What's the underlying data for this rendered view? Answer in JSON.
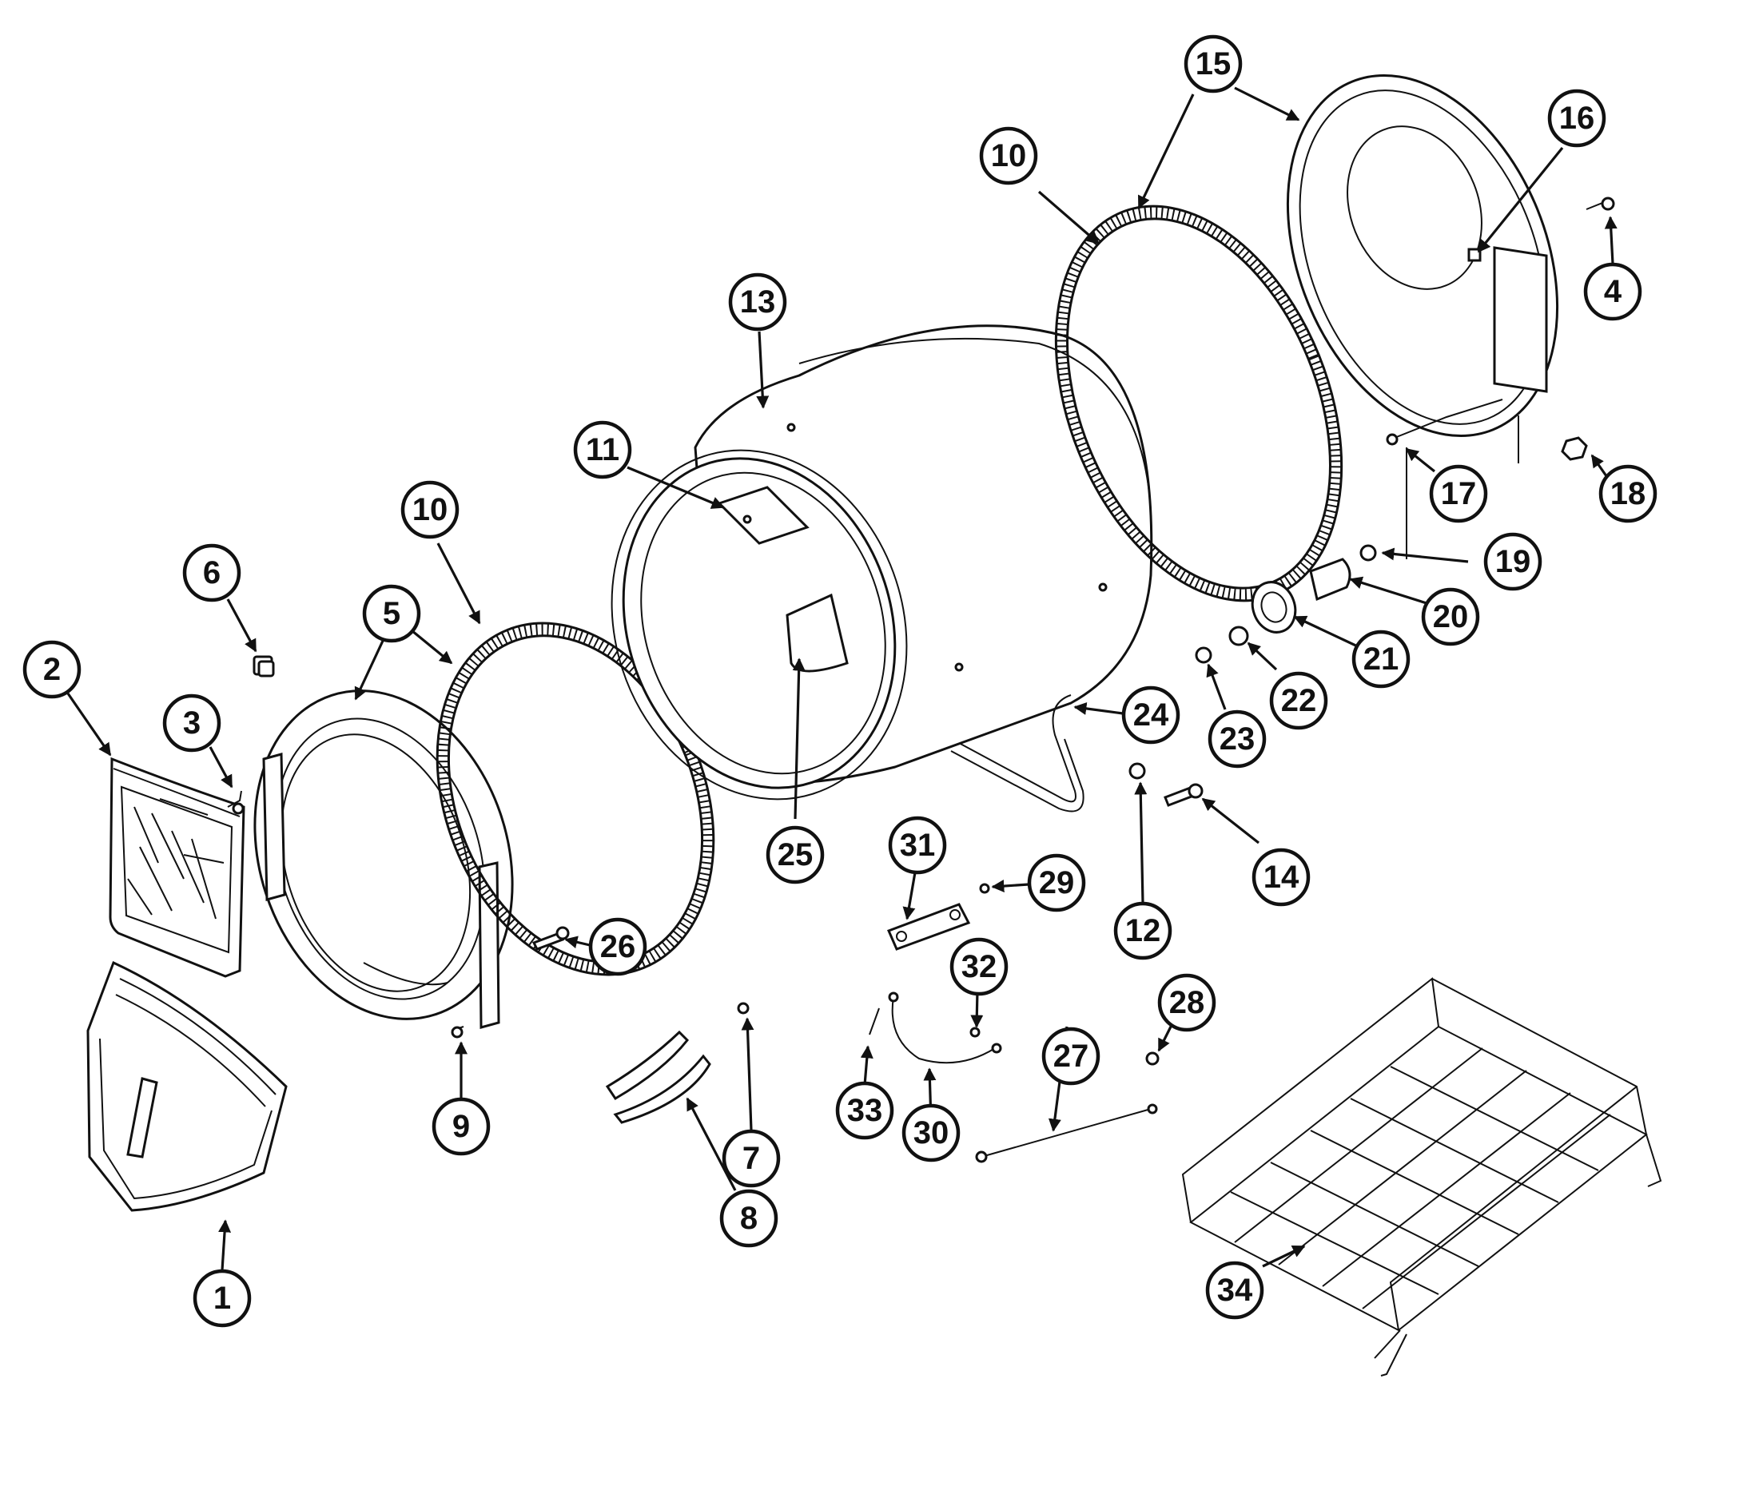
{
  "callouts": [
    {
      "id": "c1",
      "label": "1"
    },
    {
      "id": "c2",
      "label": "2"
    },
    {
      "id": "c3",
      "label": "3"
    },
    {
      "id": "c4",
      "label": "4"
    },
    {
      "id": "c5",
      "label": "5"
    },
    {
      "id": "c6",
      "label": "6"
    },
    {
      "id": "c7",
      "label": "7"
    },
    {
      "id": "c8",
      "label": "8"
    },
    {
      "id": "c9",
      "label": "9"
    },
    {
      "id": "c10a",
      "label": "10"
    },
    {
      "id": "c10b",
      "label": "10"
    },
    {
      "id": "c11",
      "label": "11"
    },
    {
      "id": "c12",
      "label": "12"
    },
    {
      "id": "c13",
      "label": "13"
    },
    {
      "id": "c14",
      "label": "14"
    },
    {
      "id": "c15",
      "label": "15"
    },
    {
      "id": "c16",
      "label": "16"
    },
    {
      "id": "c17",
      "label": "17"
    },
    {
      "id": "c18",
      "label": "18"
    },
    {
      "id": "c19",
      "label": "19"
    },
    {
      "id": "c20",
      "label": "20"
    },
    {
      "id": "c21",
      "label": "21"
    },
    {
      "id": "c22",
      "label": "22"
    },
    {
      "id": "c23",
      "label": "23"
    },
    {
      "id": "c24",
      "label": "24"
    },
    {
      "id": "c25",
      "label": "25"
    },
    {
      "id": "c26",
      "label": "26"
    },
    {
      "id": "c27",
      "label": "27"
    },
    {
      "id": "c28",
      "label": "28"
    },
    {
      "id": "c29",
      "label": "29"
    },
    {
      "id": "c30",
      "label": "30"
    },
    {
      "id": "c31",
      "label": "31"
    },
    {
      "id": "c32",
      "label": "32"
    },
    {
      "id": "c33",
      "label": "33"
    },
    {
      "id": "c34",
      "label": "34"
    }
  ]
}
